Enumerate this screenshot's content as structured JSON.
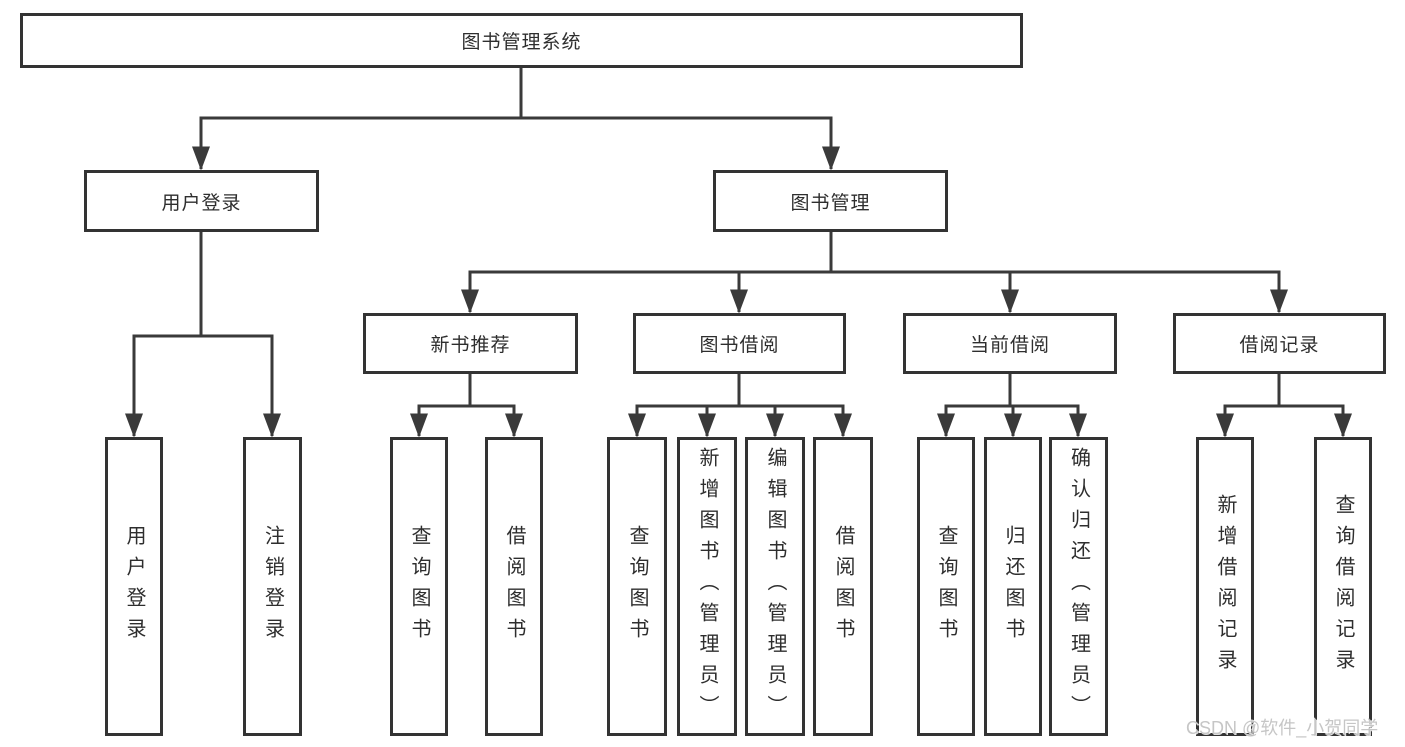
{
  "diagram": {
    "root": {
      "label": "图书管理系统"
    },
    "branches": [
      {
        "label": "用户登录",
        "children": [
          {
            "label": "用户登录"
          },
          {
            "label": "注销登录"
          }
        ]
      },
      {
        "label": "图书管理",
        "modules": [
          {
            "label": "新书推荐",
            "children": [
              {
                "label": "查询图书"
              },
              {
                "label": "借阅图书"
              }
            ]
          },
          {
            "label": "图书借阅",
            "children": [
              {
                "label": "查询图书"
              },
              {
                "label": "新增图书（管理员）"
              },
              {
                "label": "编辑图书（管理员）"
              },
              {
                "label": "借阅图书"
              }
            ]
          },
          {
            "label": "当前借阅",
            "children": [
              {
                "label": "查询图书"
              },
              {
                "label": "归还图书"
              },
              {
                "label": "确认归还（管理员）"
              }
            ]
          },
          {
            "label": "借阅记录",
            "children": [
              {
                "label": "新增借阅记录"
              },
              {
                "label": "查询借阅记录"
              }
            ]
          }
        ]
      }
    ]
  },
  "watermark": {
    "text": "CSDN @软件_小贺同学"
  },
  "colors": {
    "line": "#3a3a3a",
    "border": "#333333",
    "text": "#2e2e2e",
    "watermark": "#c6c6c6",
    "background": "#ffffff"
  }
}
